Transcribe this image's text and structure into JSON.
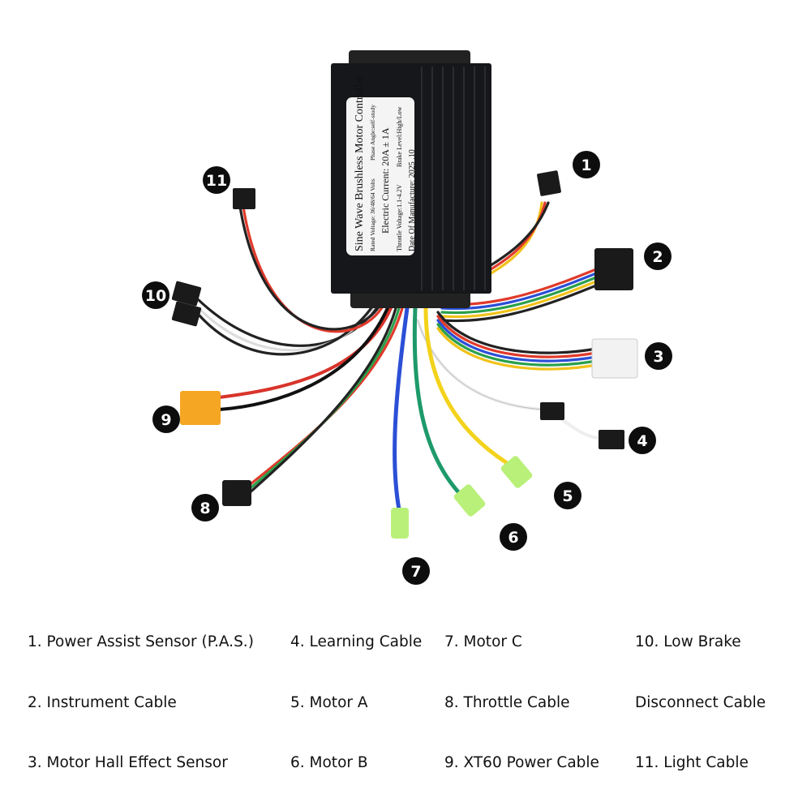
{
  "controller_label": {
    "title": "Sine Wave Brushless Motor Controller",
    "line1a": "Rated Voltage: 36/48/64 Volts",
    "line1b": "Phase Angle:self-study",
    "line2": "Electric Current: 20A ± 1A",
    "line3a": "Throttle Voltage:1.1-4.2V",
    "line3b": "Brake Level:High/Low",
    "line4": "Date Of Manufacture:   2025 .10"
  },
  "callouts": [
    "1",
    "2",
    "3",
    "4",
    "5",
    "6",
    "7",
    "8",
    "9",
    "10",
    "11"
  ],
  "legend": [
    {
      "text": "1. Power Assist Sensor (P.A.S.)"
    },
    {
      "text": "4. Learning Cable"
    },
    {
      "text": "7. Motor C"
    },
    {
      "text": "10. Low Brake"
    },
    {
      "text": "2. Instrument Cable"
    },
    {
      "text": "5. Motor A"
    },
    {
      "text": "8. Throttle Cable"
    },
    {
      "text": "Disconnect Cable"
    },
    {
      "text": "3. Motor Hall Effect Sensor"
    },
    {
      "text": "6. Motor B"
    },
    {
      "text": "9. XT60 Power Cable"
    },
    {
      "text": "11. Light Cable"
    }
  ],
  "colors": {
    "controller": "#16171a",
    "badge": "#0d0d0d",
    "motor_connector": "#b9f07a",
    "xt60": "#f5a623"
  }
}
